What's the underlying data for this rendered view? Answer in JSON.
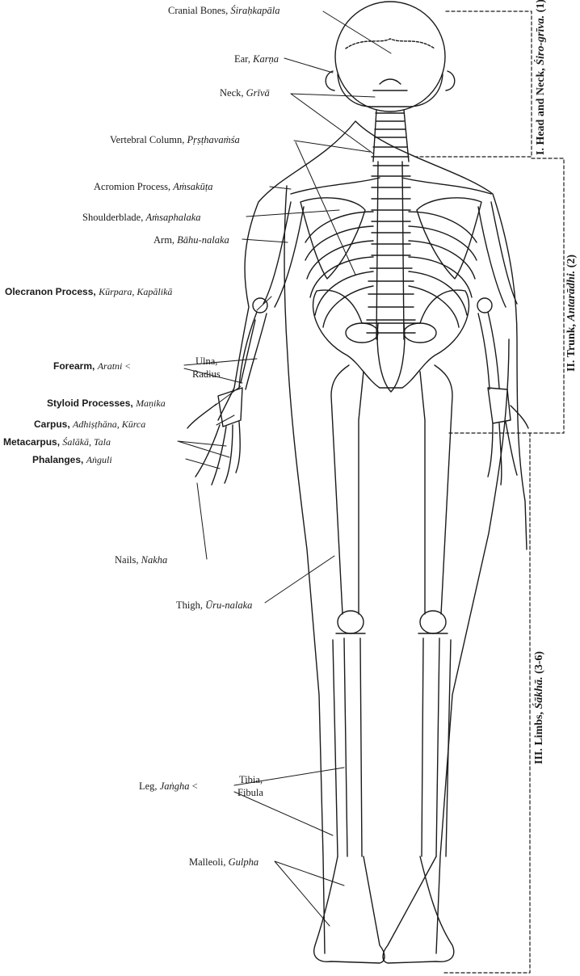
{
  "labels": {
    "cranial": {
      "en": "Cranial Bones,",
      "skt": "Śiraḥkapāla"
    },
    "ear": {
      "en": "Ear,",
      "skt": "Karṇa"
    },
    "neck": {
      "en": "Neck,",
      "skt": "Grīvā"
    },
    "vertebral": {
      "en": "Vertebral Column,",
      "skt": "Pṛṣṭhavaṁśa"
    },
    "acromion": {
      "en": "Acromion Process,",
      "skt": "Aṁsakūṭa"
    },
    "shoulderblade": {
      "en": "Shoulderblade,",
      "skt": "Aṁsaphalaka"
    },
    "arm": {
      "en": "Arm,",
      "skt": "Bāhu-nalaka"
    },
    "olecranon": {
      "en": "Olecranon Process,",
      "skt": "Kūrpara, Kapālikā"
    },
    "forearm": {
      "en": "Forearm,",
      "skt": "Aratni"
    },
    "ulna": "Ulna,",
    "radius": "Radius",
    "styloid": {
      "en": "Styloid Processes,",
      "skt": "Maṇika"
    },
    "carpus": {
      "en": "Carpus,",
      "skt": "Adhiṣṭhāna, Kūrca"
    },
    "metacarpus": {
      "en": "Metacarpus,",
      "skt": "Śalākā, Tala"
    },
    "phalanges": {
      "en": "Phalanges,",
      "skt": "Aṅguli"
    },
    "nails": {
      "en": "Nails,",
      "skt": "Nakha"
    },
    "thigh": {
      "en": "Thigh,",
      "skt": "Ūru-nalaka"
    },
    "leg": {
      "en": "Leg,",
      "skt": "Jaṅgha"
    },
    "tibia": "Tibia,",
    "fibula": "Fibula",
    "malleoli": {
      "en": "Malleoli,",
      "skt": "Gulpha"
    }
  },
  "regions": {
    "head": {
      "title": "I. Head and Neck,",
      "skt": "Śiro-grīva.",
      "num": "(1)"
    },
    "trunk": {
      "title": "II. Trunk,",
      "skt": "Antarādhi.",
      "num": "(2)"
    },
    "limbs": {
      "title": "III. Limbs,",
      "skt": "Śākhā.",
      "num": "(3-6)"
    }
  },
  "colors": {
    "ink": "#1a1a1a",
    "paper": "#ffffff"
  }
}
